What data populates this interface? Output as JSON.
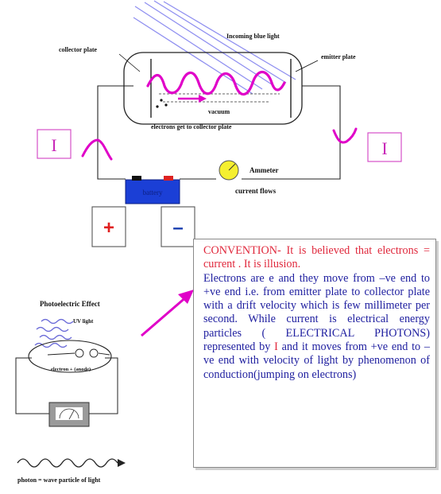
{
  "colors": {
    "current_label": "#d64fc8",
    "squiggle": "#e000c8",
    "convention_text": "#e0283c",
    "body_text": "#2020a0",
    "battery": "#1b3fd6",
    "light_rays": "#8f8ff0",
    "ammeter": "#f5ef30"
  },
  "icons": [
    "battery-icon",
    "ammeter-icon",
    "plus-sign-icon",
    "minus-sign-icon",
    "arrow-icon",
    "wave-icon"
  ],
  "main_diagram": {
    "incoming_light": "Incoming blue light",
    "collector_plate": "collector plate",
    "emitter_plate": "emitter plate",
    "vacuum": "vacuum",
    "electrons_note": "electrons get to collector plate",
    "ammeter": "Ammeter",
    "current_flows": "current flows",
    "battery": "battery",
    "current_symbol_left": "I",
    "current_symbol_right": "I",
    "plus": "+",
    "minus": "–"
  },
  "inset": {
    "title": "Photoelectric Effect",
    "uv_light": "UV light",
    "electron_label": "electron + (anode)"
  },
  "wave_caption": "photon = wave particle of light",
  "convention": {
    "heading_red": "CONVENTION- It is believed that electrons = current . It is illusion.",
    "text_a": "Electrons are e and they move from –ve end to +ve end i.e. from emitter plate to collector plate with a drift velocity which is few millimeter per second. While current is electrical energy particles ( ELECTRICAL PHOTONS) represented by ",
    "current_letter": "I",
    "text_b": " and it moves from +ve end to –ve end with velocity of light by phenomenon of conduction(jumping on electrons)"
  }
}
